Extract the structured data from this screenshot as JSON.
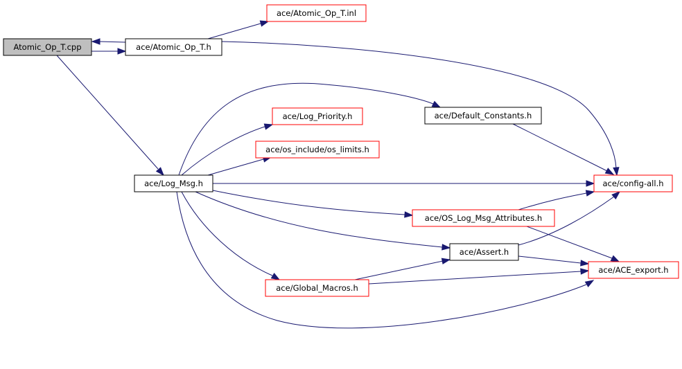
{
  "colors": {
    "edge": "#191970",
    "root_fill": "#bfbfbf",
    "node_fill": "#ffffff",
    "border_documented": "#000000",
    "border_undocumented": "#ff0000"
  },
  "nodes": [
    {
      "id": "atomic_op_t_cpp",
      "label": "Atomic_Op_T.cpp",
      "style": "root"
    },
    {
      "id": "atomic_op_t_h",
      "label": "ace/Atomic_Op_T.h",
      "style": "documented"
    },
    {
      "id": "atomic_op_t_inl",
      "label": "ace/Atomic_Op_T.inl",
      "style": "undocumented"
    },
    {
      "id": "log_msg_h",
      "label": "ace/Log_Msg.h",
      "style": "documented"
    },
    {
      "id": "log_priority_h",
      "label": "ace/Log_Priority.h",
      "style": "undocumented"
    },
    {
      "id": "os_limits_h",
      "label": "ace/os_include/os_limits.h",
      "style": "undocumented"
    },
    {
      "id": "default_constants_h",
      "label": "ace/Default_Constants.h",
      "style": "documented"
    },
    {
      "id": "config_all_h",
      "label": "ace/config-all.h",
      "style": "undocumented"
    },
    {
      "id": "os_log_msg_attributes_h",
      "label": "ace/OS_Log_Msg_Attributes.h",
      "style": "undocumented"
    },
    {
      "id": "assert_h",
      "label": "ace/Assert.h",
      "style": "documented"
    },
    {
      "id": "ace_export_h",
      "label": "ace/ACE_export.h",
      "style": "undocumented"
    },
    {
      "id": "global_macros_h",
      "label": "ace/Global_Macros.h",
      "style": "undocumented"
    }
  ],
  "edges": [
    {
      "from": "atomic_op_t_cpp",
      "to": "atomic_op_t_h"
    },
    {
      "from": "atomic_op_t_h",
      "to": "atomic_op_t_cpp"
    },
    {
      "from": "atomic_op_t_h",
      "to": "atomic_op_t_inl"
    },
    {
      "from": "atomic_op_t_h",
      "to": "config_all_h"
    },
    {
      "from": "atomic_op_t_cpp",
      "to": "log_msg_h"
    },
    {
      "from": "log_msg_h",
      "to": "default_constants_h"
    },
    {
      "from": "log_msg_h",
      "to": "log_priority_h"
    },
    {
      "from": "log_msg_h",
      "to": "os_limits_h"
    },
    {
      "from": "log_msg_h",
      "to": "config_all_h"
    },
    {
      "from": "log_msg_h",
      "to": "os_log_msg_attributes_h"
    },
    {
      "from": "log_msg_h",
      "to": "assert_h"
    },
    {
      "from": "log_msg_h",
      "to": "global_macros_h"
    },
    {
      "from": "log_msg_h",
      "to": "ace_export_h"
    },
    {
      "from": "default_constants_h",
      "to": "config_all_h"
    },
    {
      "from": "os_log_msg_attributes_h",
      "to": "config_all_h"
    },
    {
      "from": "os_log_msg_attributes_h",
      "to": "ace_export_h"
    },
    {
      "from": "assert_h",
      "to": "config_all_h"
    },
    {
      "from": "assert_h",
      "to": "ace_export_h"
    },
    {
      "from": "global_macros_h",
      "to": "assert_h"
    },
    {
      "from": "global_macros_h",
      "to": "ace_export_h"
    }
  ]
}
